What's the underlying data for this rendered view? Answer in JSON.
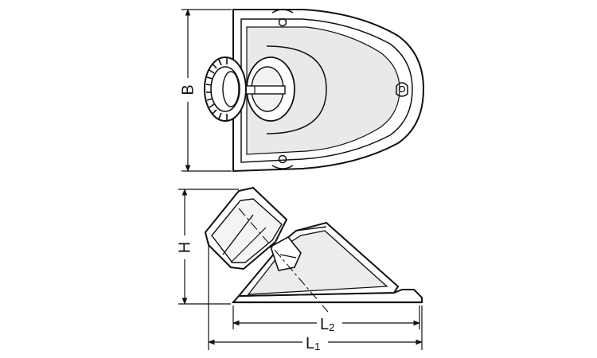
{
  "dimensions": {
    "B": {
      "label": "B"
    },
    "H": {
      "label": "H"
    },
    "L2": {
      "letter": "L",
      "sub": "2"
    },
    "L1": {
      "letter": "L",
      "sub": "1"
    }
  },
  "views": [
    "top-view",
    "side-view"
  ]
}
